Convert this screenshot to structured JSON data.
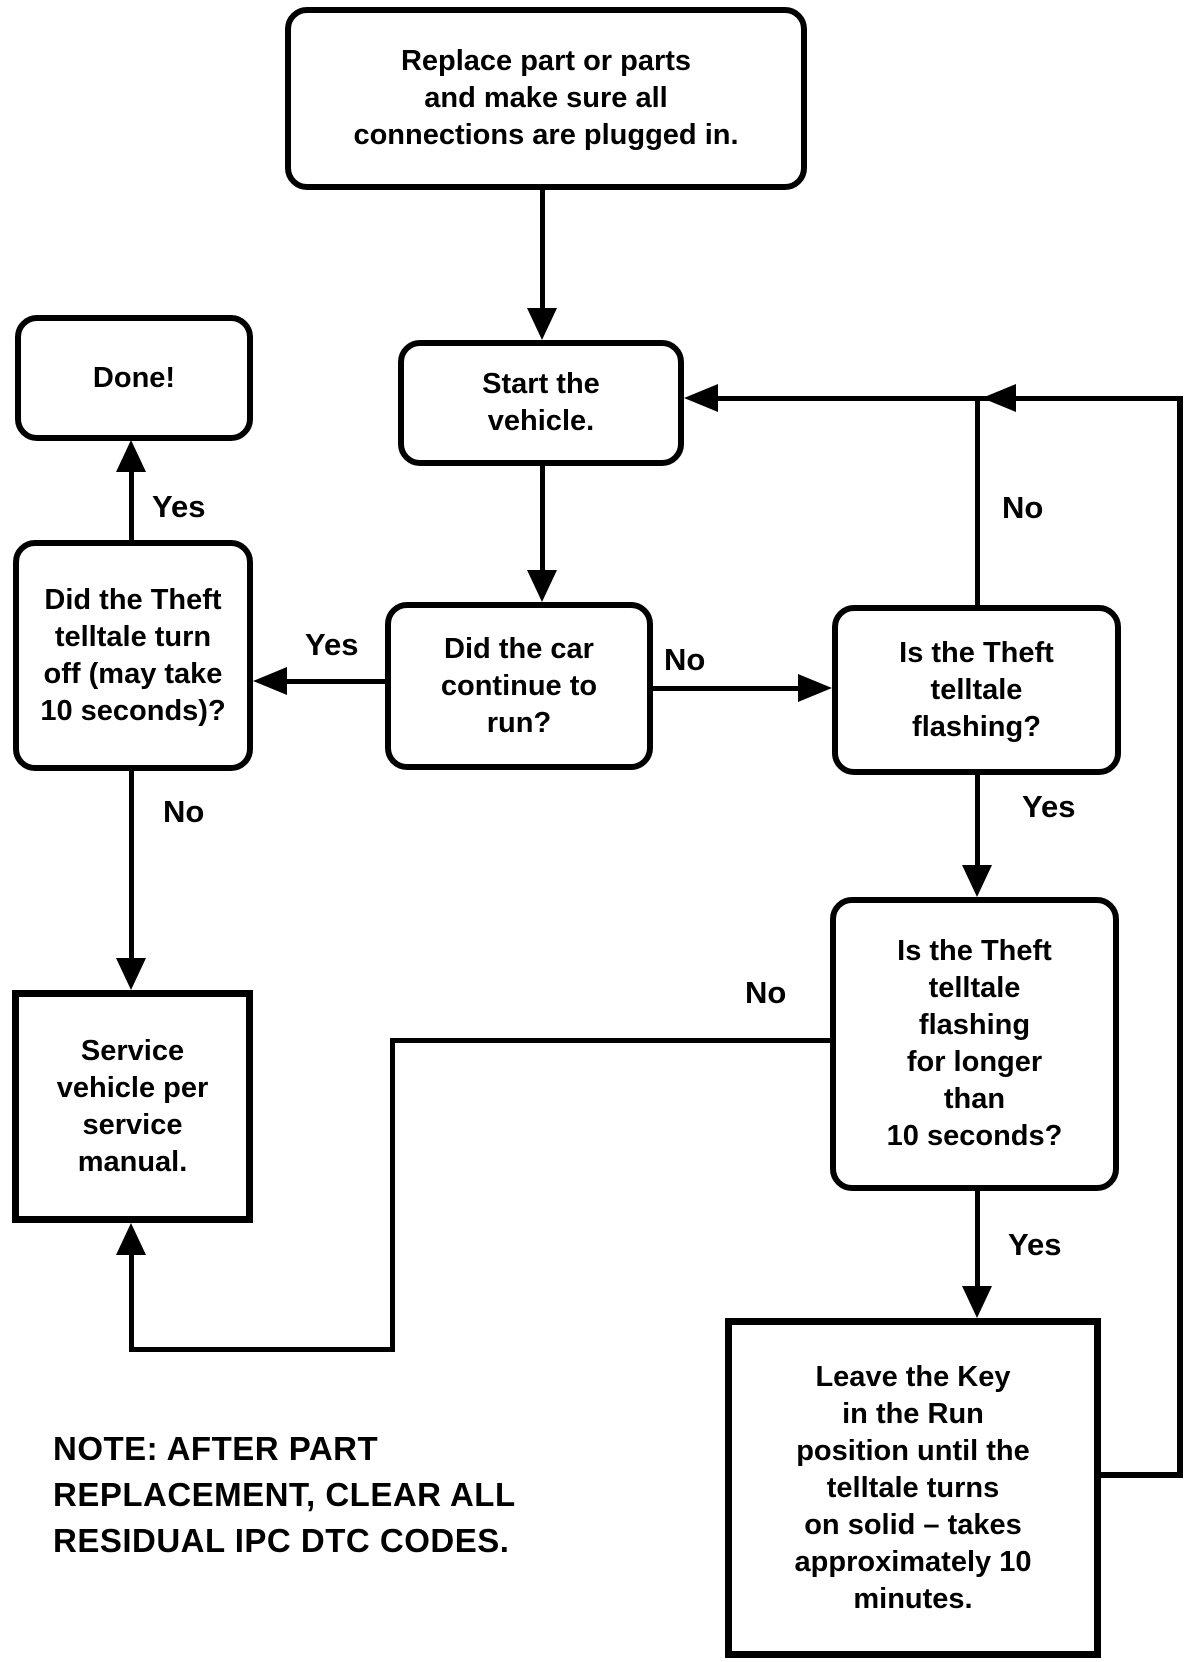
{
  "diagram": {
    "type": "flowchart",
    "background": "#ffffff",
    "line_color": "#000000",
    "nodes": {
      "replace": {
        "lines": [
          "Replace part or parts",
          "and make sure all",
          "connections are plugged in."
        ]
      },
      "start": {
        "lines": [
          "Start the",
          "vehicle."
        ]
      },
      "done": {
        "lines": [
          "Done!"
        ]
      },
      "telltale_off": {
        "lines": [
          "Did the Theft",
          "telltale turn",
          "off (may take",
          "10 seconds)?"
        ]
      },
      "car_run": {
        "lines": [
          "Did the car",
          "continue to",
          "run?"
        ]
      },
      "flashing": {
        "lines": [
          "Is the Theft",
          "telltale",
          "flashing?"
        ]
      },
      "flashing_10s": {
        "lines": [
          "Is the Theft",
          "telltale",
          "flashing",
          "for longer",
          "than",
          "10 seconds?"
        ]
      },
      "service": {
        "lines": [
          "Service",
          "vehicle per",
          "service",
          "manual."
        ]
      },
      "key_run": {
        "lines": [
          "Leave the Key",
          "in the Run",
          "position until the",
          "telltale turns",
          "on solid – takes",
          "approximately 10",
          "minutes."
        ]
      }
    },
    "edge_labels": {
      "yes_to_done": "Yes",
      "no_to_service": "No",
      "yes_car_run": "Yes",
      "no_car_run": "No",
      "no_flashing_loop": "No",
      "yes_flashing": "Yes",
      "yes_key": "Yes",
      "no_flashing_10s": "No"
    },
    "note": {
      "lines": [
        "NOTE: AFTER PART",
        "REPLACEMENT, CLEAR ALL",
        "RESIDUAL IPC DTC CODES."
      ]
    }
  }
}
